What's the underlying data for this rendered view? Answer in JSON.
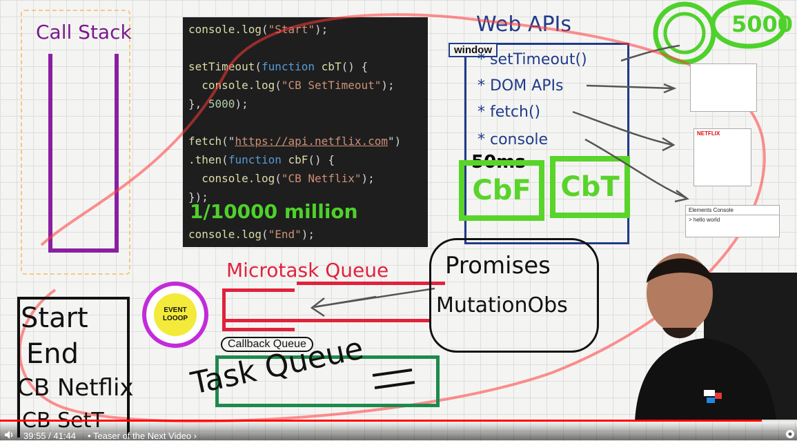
{
  "call_stack": {
    "title": "Call Stack"
  },
  "code": {
    "line1_fn": "console.log",
    "line1_str": "\"Start\"",
    "line2_fn": "setTimeout",
    "line2_kw": "function",
    "line2_name": "cbT",
    "line3_fn": "console.log",
    "line3_str": "\"CB SetTimeout\"",
    "line4_num": "5000",
    "line5_fn": "fetch",
    "line5_url": "https://api.netflix.com",
    "line6_then": ".then",
    "line6_kw": "function",
    "line6_name": "cbF",
    "line7_fn": "console.log",
    "line7_str": "\"CB Netflix\"",
    "line9_fn": "console.log",
    "line9_str": "\"End\""
  },
  "annotation_note": "1/10000 million",
  "web_apis": {
    "title": "Web APIs",
    "window_label": "window",
    "items": [
      "* setTimeout()",
      "* DOM APIs",
      "* fetch()",
      "* console"
    ],
    "delay_note": "50ms",
    "cb_boxes": [
      "CbF",
      "CbT"
    ],
    "timer_label": "5000"
  },
  "thumbnails": {
    "netflix_label": "NETFLIX",
    "devtools_tabs": "Elements  Console",
    "devtools_output": "> hello world"
  },
  "console_output": {
    "lines": [
      "Start",
      "End",
      "CB Netflix",
      "CB SetT"
    ]
  },
  "microtask_queue": {
    "title": "Microtask Queue"
  },
  "promises_bubble": {
    "line1": "Promises",
    "line2": "MutationObs"
  },
  "event_loop": {
    "label": "EVENT LOOOP"
  },
  "callback_queue": {
    "title": "Callback Queue",
    "handwritten": "Task Queue"
  },
  "video": {
    "time_current": "39:55",
    "time_total": "41:44",
    "time_display": "39:55 / 41:44",
    "chapter": "Teaser of the Next Video",
    "progress_fraction": 0.956,
    "accent_color": "#ff0000"
  }
}
